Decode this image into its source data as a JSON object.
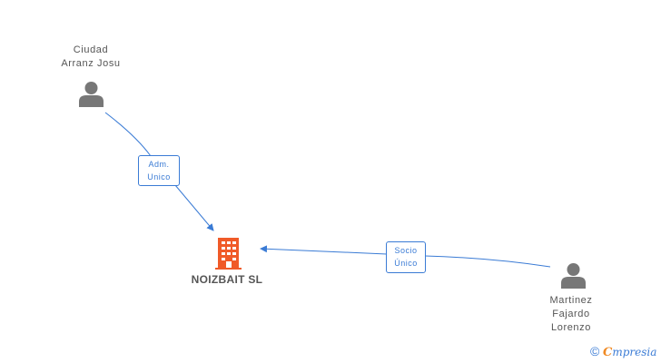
{
  "nodes": {
    "person1": {
      "name_line1": "Ciudad",
      "name_line2": "Arranz Josu"
    },
    "person2": {
      "name_line1": "Martinez",
      "name_line2": "Fajardo",
      "name_line3": "Lorenzo"
    },
    "company": {
      "name": "NOIZBAIT SL"
    }
  },
  "edges": {
    "edge1": {
      "line1": "Adm.",
      "line2": "Unico"
    },
    "edge2": {
      "line1": "Socio",
      "line2": "Único"
    }
  },
  "colors": {
    "edge": "#3a7bd5",
    "person_icon": "#777777",
    "company_icon": "#f05a28",
    "text": "#555555",
    "brand_orange": "#f08a24"
  },
  "icons": {
    "person": "person-icon",
    "company": "building-icon",
    "copyright": "copyright-icon"
  },
  "watermark": {
    "symbol": "©",
    "brand_initial": "C",
    "brand_rest": "mpresia"
  }
}
